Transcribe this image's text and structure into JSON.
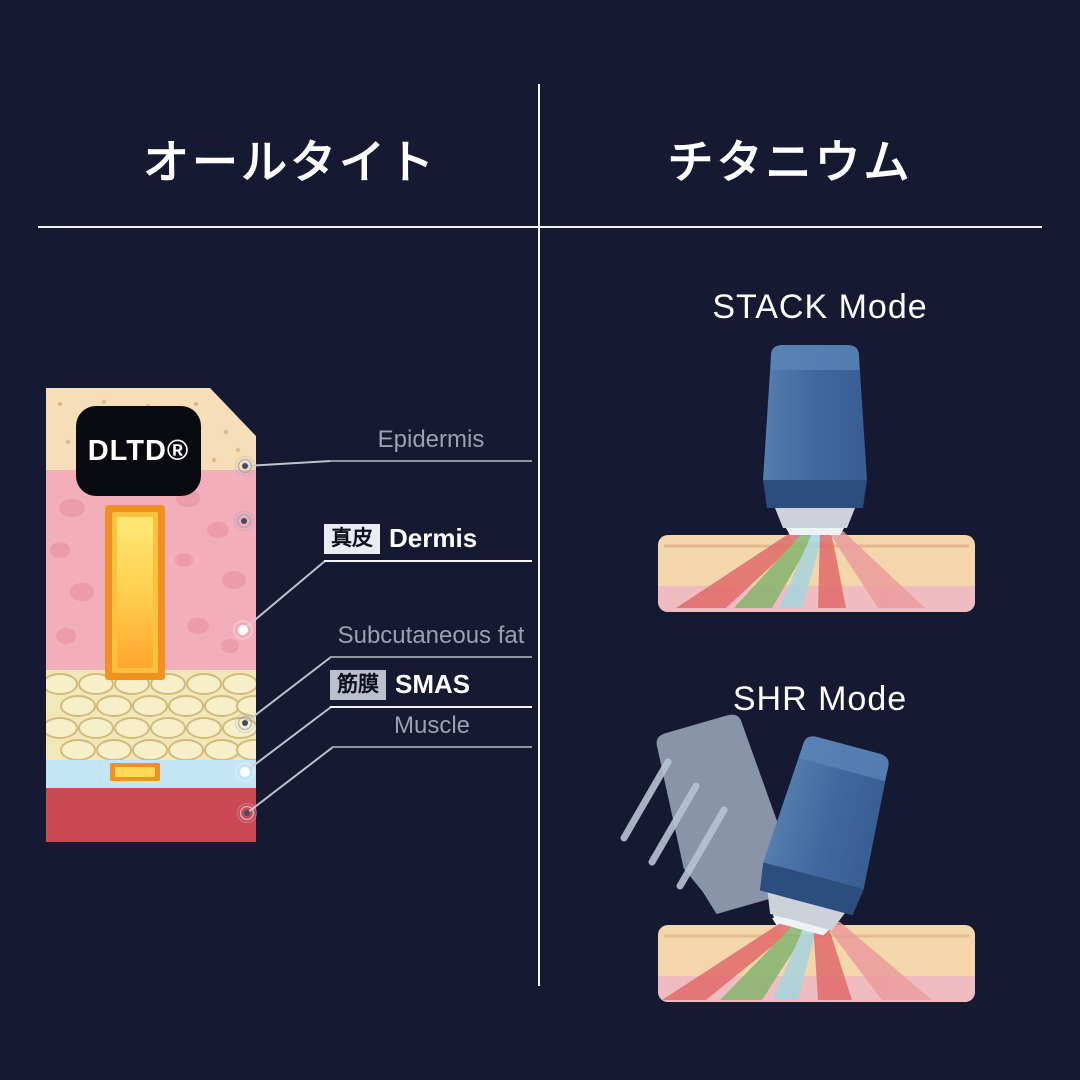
{
  "colors": {
    "background": "#151932",
    "divider": "#f2f4f8",
    "accent_orange": "#f5992b",
    "device_blue": "#41699f",
    "beam_red": "#e16a6a",
    "beam_green": "#85b56f",
    "beam_teal": "#a8d4de"
  },
  "headers": {
    "left_title": "オールタイト",
    "right_title": "チタニウム"
  },
  "skin_diagram": {
    "device_badge": "DLTD®",
    "labels": {
      "epidermis": "Epidermis",
      "dermis_badge": "真皮",
      "dermis": "Dermis",
      "subcutaneous_fat": "Subcutaneous fat",
      "smas_badge": "筋膜",
      "smas": "SMAS",
      "muscle": "Muscle"
    }
  },
  "modes": {
    "stack": "STACK Mode",
    "shr": "SHR Mode"
  }
}
